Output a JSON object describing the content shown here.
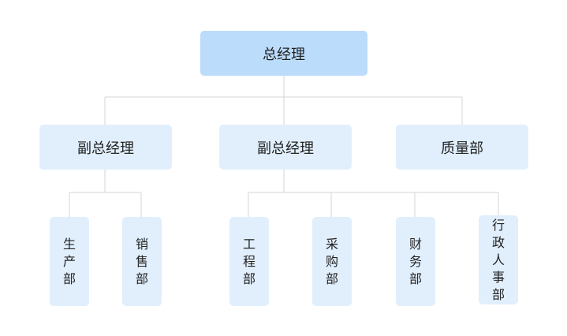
{
  "org": {
    "top": {
      "label": "总经理"
    },
    "vp1": {
      "label": "副总经理"
    },
    "vp2": {
      "label": "副总经理"
    },
    "qa": {
      "label": "质量部"
    },
    "departments": {
      "production": "生产部",
      "sales": "销售部",
      "engineering": "工程部",
      "purchasing": "采购部",
      "finance": "财务部",
      "admin_hr": "行政人事部"
    }
  },
  "colors": {
    "top_node": "#bcdcfc",
    "node": "#e1effd",
    "connector": "#d4d4d4",
    "text": "#222222"
  }
}
